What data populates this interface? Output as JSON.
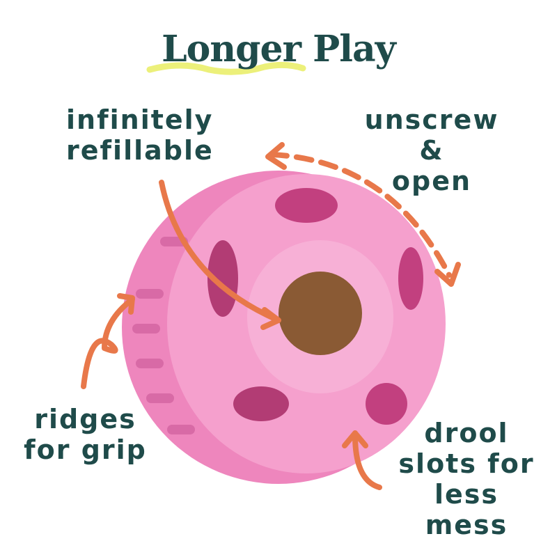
{
  "title": "Longer Play",
  "labels": {
    "refillable": [
      "infinitely",
      "refillable"
    ],
    "unscrew": [
      "unscrew &",
      "open"
    ],
    "ridges": [
      "ridges",
      "for grip"
    ],
    "drool": [
      "drool",
      "slots for",
      "less mess"
    ]
  },
  "colors": {
    "text": "#1f4b4a",
    "accent": "#e8784a",
    "highlight": "#ecf07a",
    "ball": "#f290c4",
    "treat": "#8a5a34"
  }
}
